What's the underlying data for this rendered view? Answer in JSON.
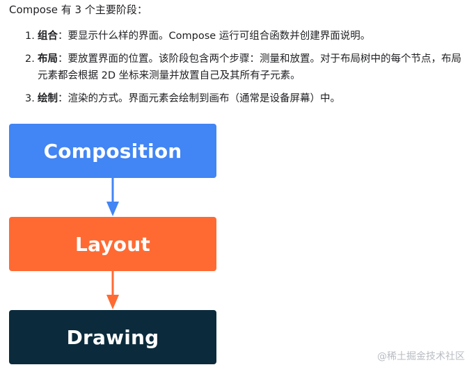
{
  "intro": "Compose 有 3 个主要阶段：",
  "steps": [
    {
      "number": "1.",
      "term": "组合",
      "separator": "：",
      "text": "要显示什么样的界面。Compose 运行可组合函数并创建界面说明。"
    },
    {
      "number": "2.",
      "term": "布局",
      "separator": "：",
      "text": "要放置界面的位置。该阶段包含两个步骤：测量和放置。对于布局树中的每个节点，布局元素都会根据 2D 坐标来测量并放置自己及其所有子元素。"
    },
    {
      "number": "3.",
      "term": "绘制",
      "separator": "：",
      "text": "渲染的方式。界面元素会绘制到画布（通常是设备屏幕）中。"
    }
  ],
  "diagram": {
    "boxes": [
      {
        "label": "Composition",
        "color": "#4285f4"
      },
      {
        "label": "Layout",
        "color": "#ff6a33"
      },
      {
        "label": "Drawing",
        "color": "#0b2b3c"
      }
    ],
    "arrows": [
      {
        "color": "#4285f4"
      },
      {
        "color": "#ff6a33"
      }
    ]
  },
  "watermark": "@稀土掘金技术社区"
}
